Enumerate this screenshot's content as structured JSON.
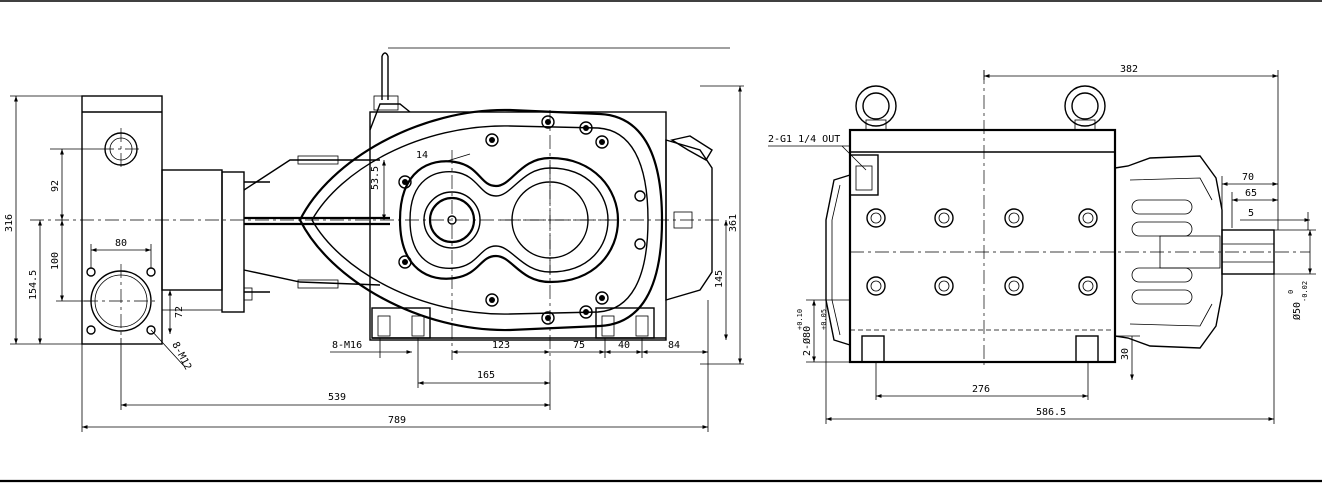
{
  "front_view": {
    "dim_overall_length": "789",
    "dim_length_539": "539",
    "dim_length_165": "165",
    "dim_length_123": "123",
    "dim_length_75": "75",
    "dim_length_40": "40",
    "dim_length_84": "84",
    "dim_height_316": "316",
    "dim_height_154_5": "154.5",
    "dim_height_100": "100",
    "dim_height_92": "92",
    "dim_height_72": "72",
    "dim_port_80": "80",
    "dim_bolt_14": "14",
    "dim_offset_53_5": "53.5",
    "dim_height_145": "145",
    "dim_height_361": "361",
    "label_8_m16": "8-M16",
    "label_8_m12": "8-M12"
  },
  "side_view": {
    "dim_382": "382",
    "dim_70": "70",
    "dim_65": "65",
    "dim_5": "5",
    "dim_276": "276",
    "dim_586_5": "586.5",
    "dim_30": "30",
    "label_outlet": "2-G1 1/4 OUT",
    "label_inlet_bore": "2-Ø80",
    "label_inlet_tol_upper": "+0.10",
    "label_inlet_tol_lower": "+0.05",
    "label_shaft": "Ø50",
    "label_shaft_tol_upper": "0",
    "label_shaft_tol_lower": "-0.02"
  }
}
